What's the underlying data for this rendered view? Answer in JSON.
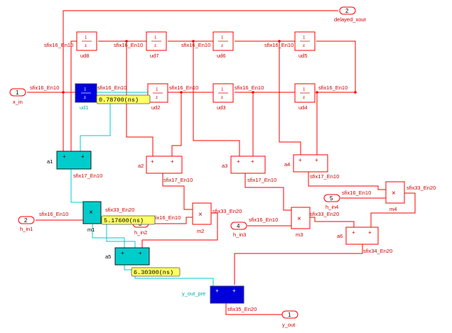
{
  "ports": {
    "x_in": {
      "num": "1",
      "label": "x_in"
    },
    "delayed_xout": {
      "num": "2",
      "label": "delayed_xout"
    },
    "h_in1": {
      "num": "2",
      "label": "h_in1"
    },
    "h_in2": {
      "num": "3",
      "label": "h_in2"
    },
    "h_in3": {
      "num": "4",
      "label": "h_in3"
    },
    "h_in4": {
      "num": "5",
      "label": "h_in4"
    },
    "y_out": {
      "num": "1",
      "label": "y_out"
    }
  },
  "delays": {
    "numerator": "1",
    "denominator": "z",
    "names": {
      "ud1": "ud1",
      "ud2": "ud2",
      "ud3": "ud3",
      "ud4": "ud4",
      "ud5": "ud5",
      "ud6": "ud6",
      "ud7": "ud7",
      "ud8": "ud8"
    }
  },
  "sums": {
    "a1": "a1",
    "a2": "a2",
    "a3": "a3",
    "a4": "a4",
    "a5": "a5",
    "a6": "a6",
    "y_out_pre": "y_out_pre",
    "plus": "+"
  },
  "products": {
    "m1": "m1",
    "m2": "m2",
    "m3": "m3",
    "m4": "m4",
    "symbol": "×"
  },
  "signals": {
    "s16": "sfix16_En10",
    "s17": "sfix17_En10",
    "s33": "sfix33_En20",
    "s34": "sfix34_En20",
    "s35": "sfix35_En20"
  },
  "timings": {
    "t1": "0.78700(ns)",
    "t2": "5.17600(ns)",
    "t3": "6.30300(ns)"
  }
}
